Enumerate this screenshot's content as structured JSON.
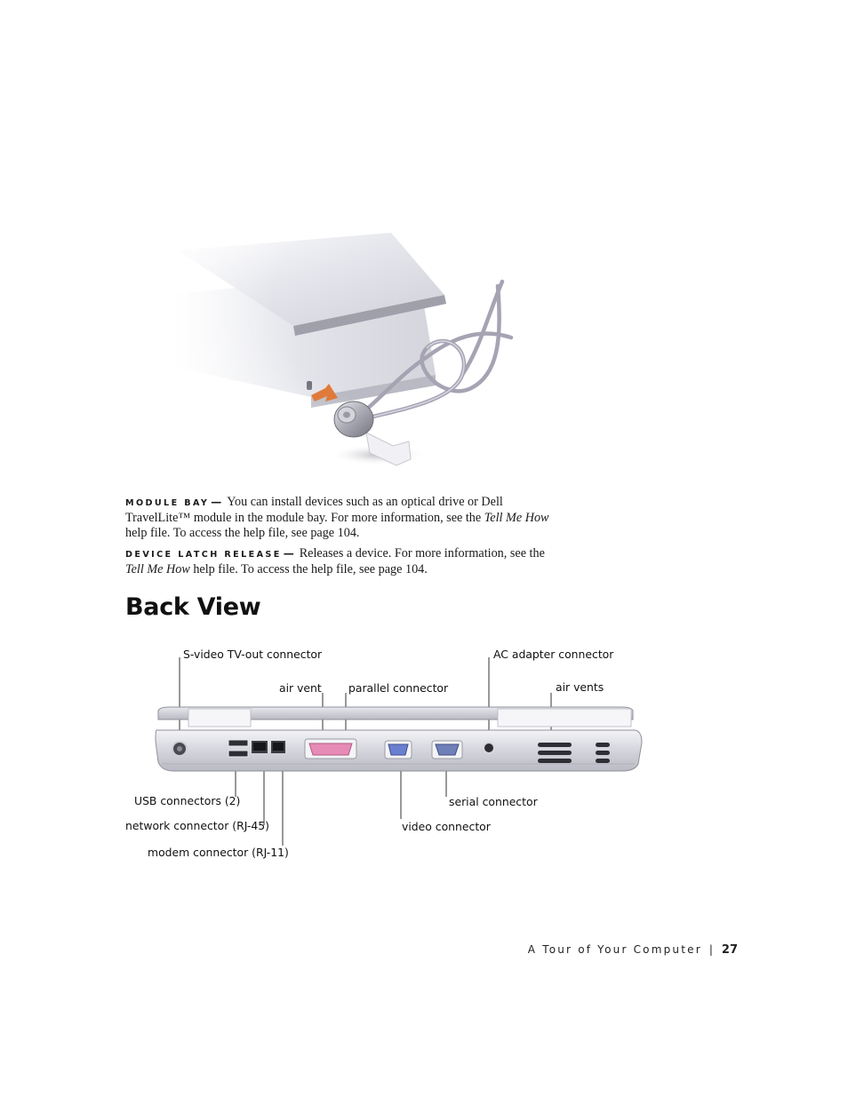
{
  "module_bay": {
    "term": "MODULE BAY",
    "dash": "—",
    "line1": "You can install devices such as an optical drive or Dell",
    "line2_a": "TravelLite™ module in the module bay. For more information, see the ",
    "line2_italic": "Tell Me How",
    "line3": "help file. To access the help file, see page 104."
  },
  "device_latch": {
    "term": "DEVICE LATCH RELEASE",
    "dash": "—",
    "line1": "Releases a device. For more information, see the",
    "line2_italic": "Tell Me How",
    "line2_b": " help file. To access the help file, see page 104."
  },
  "section_title": "Back View",
  "callouts": {
    "svideo": "S-video TV-out connector",
    "ac_adapter": "AC adapter connector",
    "air_vent": "air vent",
    "parallel": "parallel connector",
    "air_vents": "air vents",
    "usb": "USB connectors (2)",
    "network": "network connector (RJ-45)",
    "modem": "modem connector (RJ-11)",
    "serial": "serial connector",
    "video": "video connector"
  },
  "footer": {
    "section": "A Tour of Your Computer",
    "separator": "|",
    "page": "27"
  },
  "colors": {
    "laptop_silver": "#c9cbd2",
    "arrow_orange": "#e07a3a",
    "parallel_pink": "#e58bb6",
    "video_blue": "#6b7fd0",
    "serial_blue": "#6f7fb8"
  }
}
